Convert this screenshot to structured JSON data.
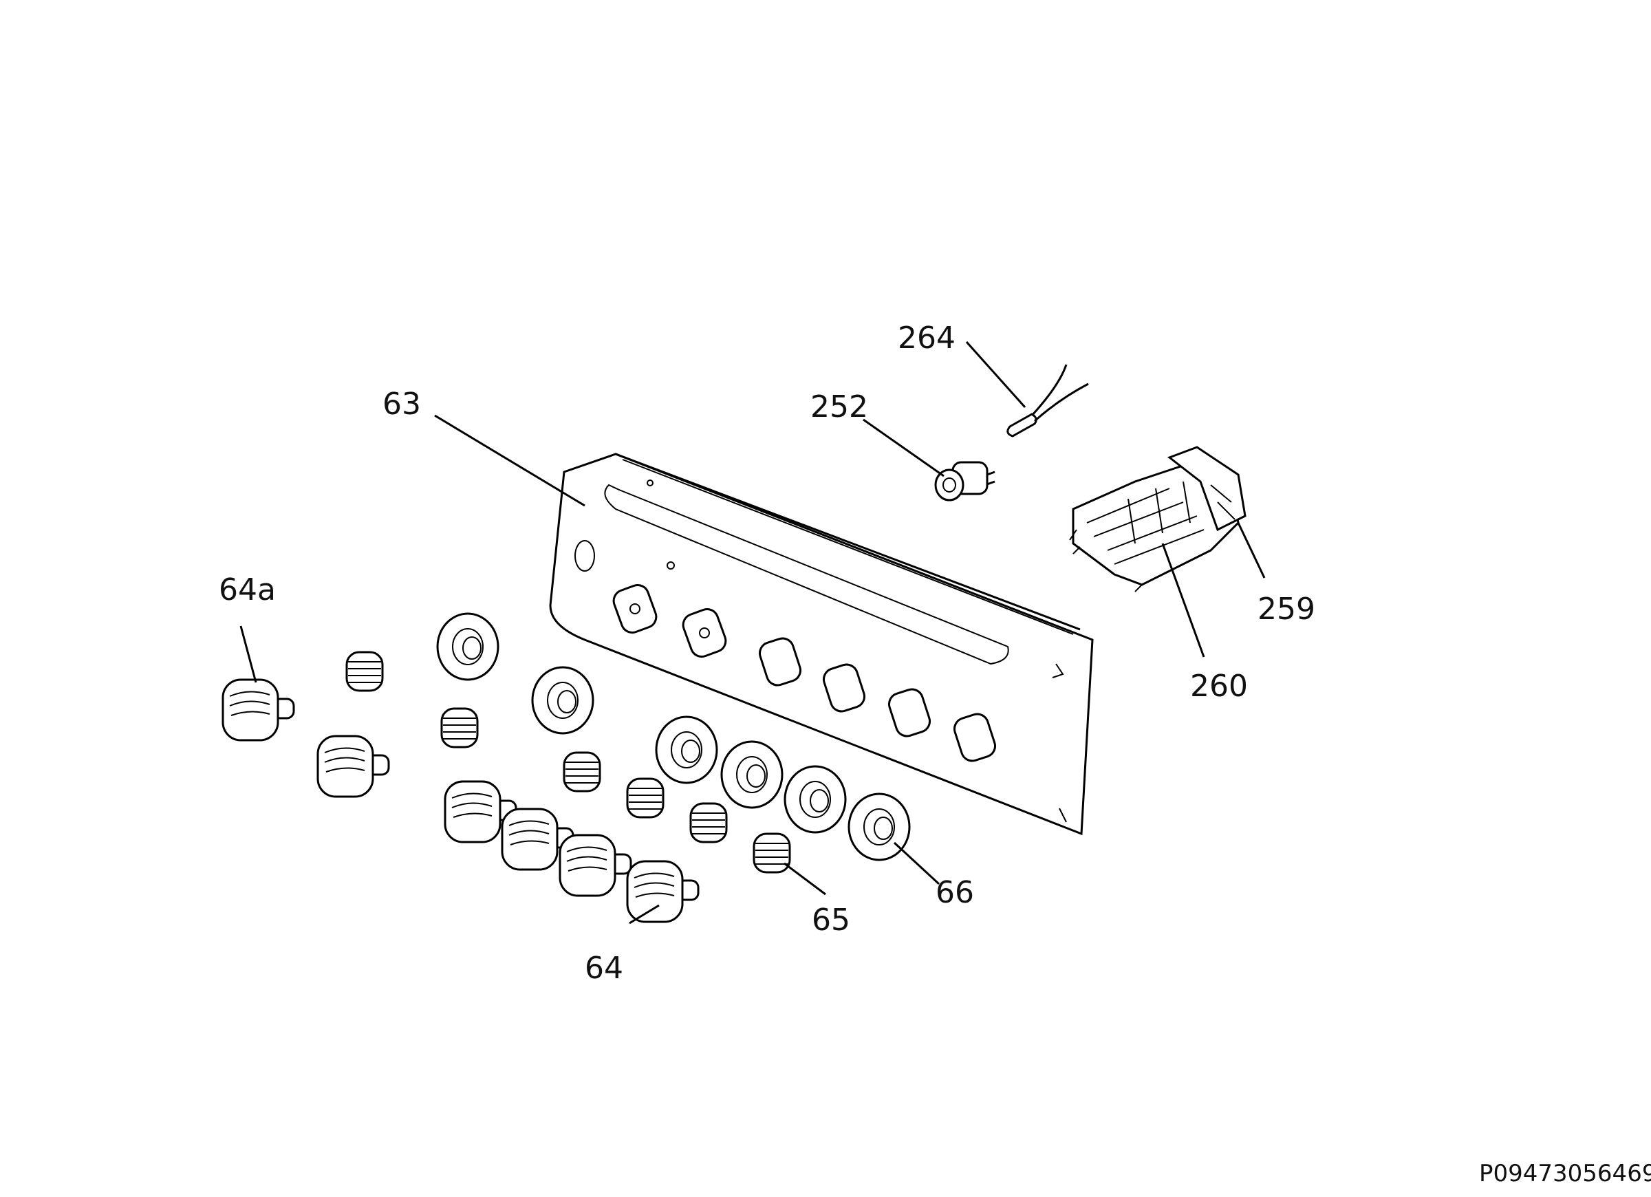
{
  "callouts": {
    "panel": "63",
    "knob_alt": "64a",
    "knob": "64",
    "spring": "65",
    "bezel": "66",
    "indicator_lamp": "252",
    "wire_sensor": "264",
    "switch_block": "259",
    "switch_assembly": "260"
  },
  "drawing_code": "P09473056469"
}
